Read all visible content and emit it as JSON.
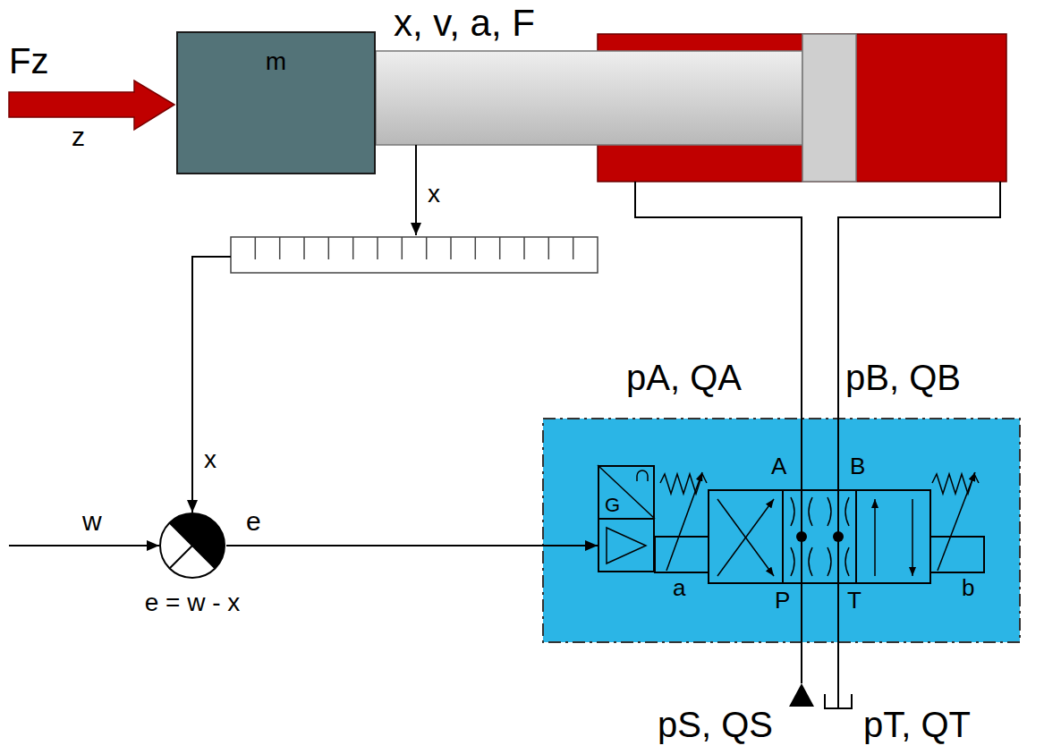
{
  "diagram": {
    "nodes": [
      {
        "text": [
          "m"
        ]
      },
      {
        "text": [
          "e = w - x"
        ]
      },
      {
        "text": [
          "A",
          "B",
          "P",
          "T",
          "a",
          "b"
        ]
      },
      {
        "text": [
          "G"
        ],
        "in": 2
      }
    ],
    "edges": [
      {
        "from": 1,
        "to": 3,
        "arrow": "to",
        "label": "e"
      }
    ],
    "labels": [
      "Fz",
      "z",
      "x, v, a, F",
      "x",
      "x",
      "w",
      "pA, QA",
      "pB, QB",
      "pS, QS",
      "pT, QT"
    ]
  }
}
